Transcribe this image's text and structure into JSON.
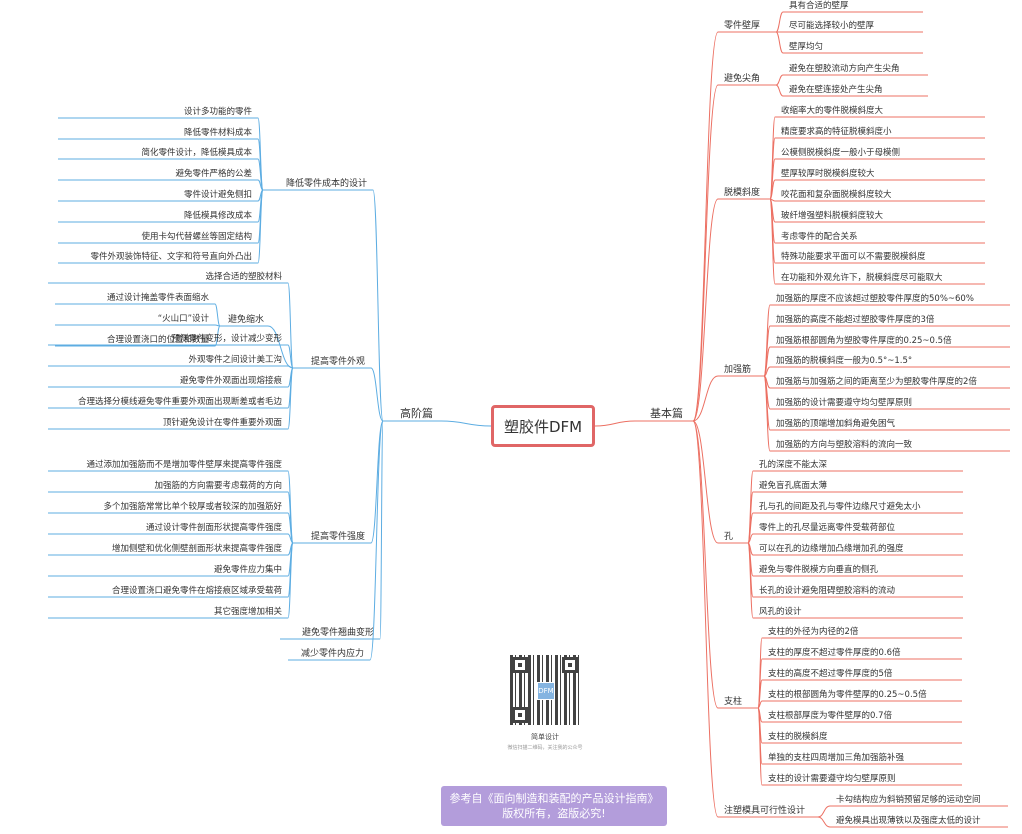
{
  "root": "塑胶件DFM",
  "colors": {
    "left": "#5dade2",
    "right": "#ec7063",
    "root_border": "#e06666",
    "notice_bg": "#b39ddb"
  },
  "left": {
    "label": "高阶篇",
    "groups": [
      {
        "label": "降低零件成本的设计",
        "items": [
          {
            "label": "设计多功能的零件"
          },
          {
            "label": "降低零件材料成本"
          },
          {
            "label": "简化零件设计，降低模具成本"
          },
          {
            "label": "避免零件严格的公差"
          },
          {
            "label": "零件设计避免侧扣"
          },
          {
            "label": "降低模具修改成本"
          },
          {
            "label": "使用卡勾代替螺丝等固定结构"
          },
          {
            "label": "零件外观装饰特征、文字和符号直向外凸出"
          }
        ]
      },
      {
        "label": "提高零件外观",
        "items": [
          {
            "label": "选择合适的塑胶材料"
          },
          {
            "label": "避免缩水",
            "items": [
              {
                "label": "通过设计掩盖零件表面缩水"
              },
              {
                "label": "“火山口”设计"
              },
              {
                "label": "合理设置浇口的位置和数量"
              }
            ]
          },
          {
            "label": "预测零件变形，设计减少变形"
          },
          {
            "label": "外观零件之间设计美工沟"
          },
          {
            "label": "避免零件外观面出现熔接痕"
          },
          {
            "label": "合理选择分模线避免零件重要外观面出现断差或者毛边"
          },
          {
            "label": "顶针避免设计在零件重要外观面"
          }
        ]
      },
      {
        "label": "提高零件强度",
        "items": [
          {
            "label": "通过添加加强筋而不是增加零件壁厚来提高零件强度"
          },
          {
            "label": "加强筋的方向需要考虑载荷的方向"
          },
          {
            "label": "多个加强筋常常比单个较厚或者较深的加强筋好"
          },
          {
            "label": "通过设计零件剖面形状提高零件强度"
          },
          {
            "label": "增加侧壁和优化侧壁剖面形状来提高零件强度"
          },
          {
            "label": "避免零件应力集中"
          },
          {
            "label": "合理设置浇口避免零件在熔接痕区域承受载荷"
          },
          {
            "label": "其它强度增加相关"
          }
        ]
      },
      {
        "label": "避免零件翘曲变形",
        "items": []
      },
      {
        "label": "减少零件内应力",
        "items": []
      }
    ]
  },
  "right": {
    "label": "基本篇",
    "groups": [
      {
        "label": "零件壁厚",
        "items": [
          {
            "label": "具有合适的壁厚"
          },
          {
            "label": "尽可能选择较小的壁厚"
          },
          {
            "label": "壁厚均匀"
          }
        ]
      },
      {
        "label": "避免尖角",
        "items": [
          {
            "label": "避免在塑胶流动方向产生尖角"
          },
          {
            "label": "避免在壁连接处产生尖角"
          }
        ]
      },
      {
        "label": "脱模斜度",
        "items": [
          {
            "label": "收缩率大的零件脱模斜度大"
          },
          {
            "label": "精度要求高的特征脱模斜度小"
          },
          {
            "label": "公模侧脱模斜度一般小于母模侧"
          },
          {
            "label": "壁厚较厚时脱模斜度较大"
          },
          {
            "label": "咬花面和复杂面脱模斜度较大"
          },
          {
            "label": "玻纤增强塑料脱模斜度较大"
          },
          {
            "label": "考虑零件的配合关系"
          },
          {
            "label": "特殊功能要求平面可以不需要脱模斜度"
          },
          {
            "label": "在功能和外观允许下，脱模斜度尽可能取大"
          }
        ]
      },
      {
        "label": "加强筋",
        "items": [
          {
            "label": "加强筋的厚度不应该超过塑胶零件厚度的50%~60%"
          },
          {
            "label": "加强筋的高度不能超过塑胶零件厚度的3倍"
          },
          {
            "label": "加强筋根部圆角为塑胶零件厚度的0.25~0.5倍"
          },
          {
            "label": "加强筋的脱模斜度一般为0.5°~1.5°"
          },
          {
            "label": "加强筋与加强筋之间的距离至少为塑胶零件厚度的2倍"
          },
          {
            "label": "加强筋的设计需要遵守均匀壁厚原则"
          },
          {
            "label": "加强筋的顶端增加斜角避免困气"
          },
          {
            "label": "加强筋的方向与塑胶溶料的流向一致"
          }
        ]
      },
      {
        "label": "孔",
        "items": [
          {
            "label": "孔的深度不能太深"
          },
          {
            "label": "避免盲孔底面太薄"
          },
          {
            "label": "孔与孔的间距及孔与零件边缘尺寸避免太小"
          },
          {
            "label": "零件上的孔尽量远离零件受载荷部位"
          },
          {
            "label": "可以在孔的边缘增加凸缘增加孔的强度"
          },
          {
            "label": "避免与零件脱模方向垂直的侧孔"
          },
          {
            "label": "长孔的设计避免阻碍塑胶溶料的流动"
          },
          {
            "label": "风孔的设计"
          }
        ]
      },
      {
        "label": "支柱",
        "items": [
          {
            "label": "支柱的外径为内径的2倍"
          },
          {
            "label": "支柱的厚度不超过零件厚度的0.6倍"
          },
          {
            "label": "支柱的高度不超过零件厚度的5倍"
          },
          {
            "label": "支柱的根部圆角为零件壁厚的0.25~0.5倍"
          },
          {
            "label": "支柱根部厚度为零件壁厚的0.7倍"
          },
          {
            "label": "支柱的脱模斜度"
          },
          {
            "label": "单独的支柱四周增加三角加强筋补强"
          },
          {
            "label": "支柱的设计需要遵守均匀壁厚原则"
          }
        ]
      },
      {
        "label": "注塑模具可行性设计",
        "items": [
          {
            "label": "卡勾结构应为斜销预留足够的运动空间"
          },
          {
            "label": "避免模具出现薄铁以及强度太低的设计"
          }
        ]
      }
    ]
  },
  "qr": {
    "center": "DFM",
    "title": "简单设计",
    "subtitle": "微信扫描二维码，关注我的公众号"
  },
  "notice": {
    "line1": "参考自《面向制造和装配的产品设计指南》",
    "line2": "版权所有，盗版必究!"
  }
}
